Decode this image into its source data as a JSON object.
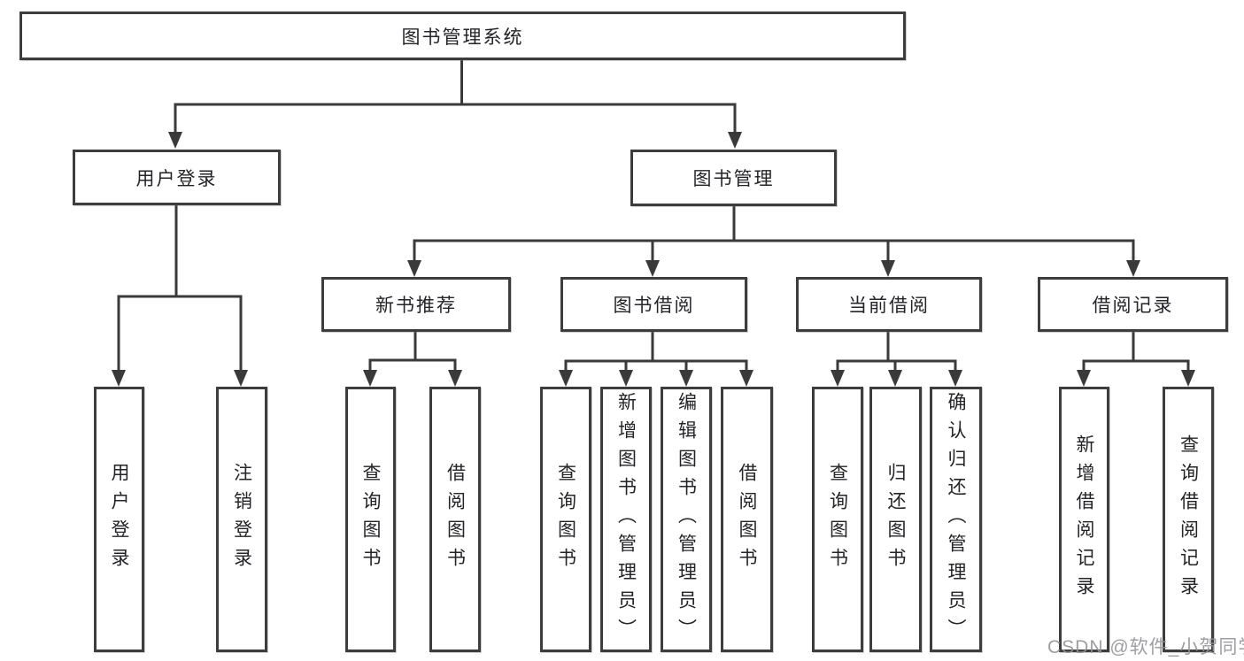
{
  "colors": {
    "line": "#3a3a3a",
    "box_border": "#3d3d3d",
    "text": "#242428",
    "watermark": "#949498",
    "background": "#ffffff"
  },
  "watermark": {
    "text": "CSDN @软件_小贺同学"
  },
  "tree": {
    "root": "图书管理系统",
    "level2": [
      {
        "label": "用户登录",
        "leaves": [
          "用户登录",
          "注销登录"
        ]
      },
      {
        "label": "图书管理",
        "level3": [
          {
            "label": "新书推荐",
            "leaves": [
              "查询图书",
              "借阅图书"
            ]
          },
          {
            "label": "图书借阅",
            "leaves": [
              "查询图书",
              "新增图书（管理员）",
              "编辑图书（管理员）",
              "借阅图书"
            ]
          },
          {
            "label": "当前借阅",
            "leaves": [
              "查询图书",
              "归还图书",
              "确认归还（管理员）"
            ]
          },
          {
            "label": "借阅记录",
            "leaves": [
              "新增借阅记录",
              "查询借阅记录"
            ]
          }
        ]
      }
    ]
  }
}
